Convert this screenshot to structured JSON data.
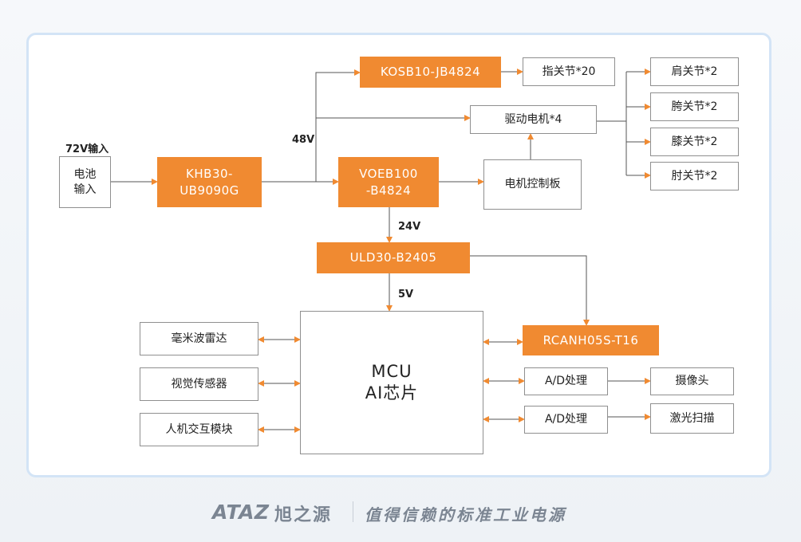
{
  "diagram": {
    "input_label": "72V输入",
    "battery": "电池\n输入",
    "khb": "KHB30-\nUB9090G",
    "voeb": "VOEB100\n-B4824",
    "kosb": "KOSB10-JB4824",
    "finger": "指关节*20",
    "drive_motor": "驱动电机*4",
    "motor_ctrl": "电机控制板",
    "shoulder": "肩关节*2",
    "hip": "胯关节*2",
    "knee": "膝关节*2",
    "elbow": "肘关节*2",
    "v48": "48V",
    "v24": "24V",
    "v5": "5V",
    "uld": "ULD30-B2405",
    "mcu": "MCU\nAI芯片",
    "radar": "毫米波雷达",
    "vision": "视觉传感器",
    "hmi": "人机交互模块",
    "rcanh": "RCANH05S-T16",
    "ad1": "A/D处理",
    "ad2": "A/D处理",
    "camera": "摄像头",
    "laser": "激光扫描"
  },
  "footer": {
    "logo": "ATAZ",
    "brand": "旭之源",
    "slogan": "值得信赖的标准工业电源"
  },
  "colors": {
    "accent": "#f08a31",
    "frame": "#d3e4f6",
    "line": "#555555",
    "footer_text": "#7b8592"
  }
}
